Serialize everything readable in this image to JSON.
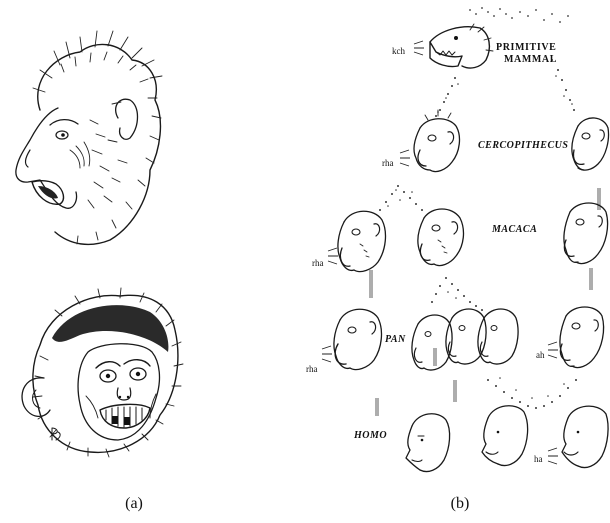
{
  "panel_a": {
    "caption": "(a)",
    "upper_head": "monkey-head-screaming-icon",
    "lower_head": "monkey-head-grinning-icon"
  },
  "panel_b": {
    "caption": "(b)",
    "root": {
      "title_line1": "PRIMITIVE",
      "title_line2": "MAMMAL",
      "sound": "kch"
    },
    "taxa": [
      "CERCOPITHECUS",
      "MACACA",
      "PAN",
      "HOMO"
    ],
    "sounds": {
      "cercopithecus": "rha",
      "macaca": "rha",
      "pan_left": "rha",
      "pan_right": "ah",
      "homo_right": "ha"
    }
  }
}
